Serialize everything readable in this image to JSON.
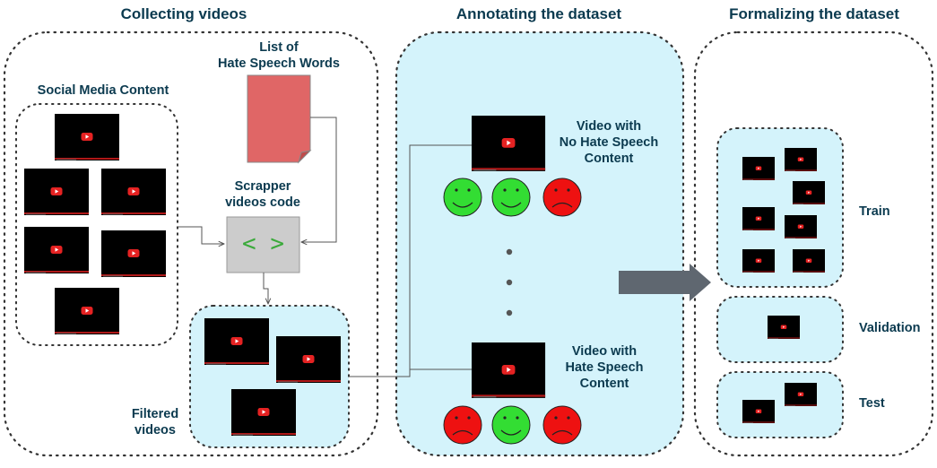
{
  "sections": {
    "collecting": "Collecting videos",
    "annotating": "Annotating the dataset",
    "formalizing": "Formalizing the dataset"
  },
  "labels": {
    "social_media": "Social Media Content",
    "word_list_line1": "List of",
    "word_list_line2": "Hate Speech Words",
    "scrapper_line1": "Scrapper",
    "scrapper_line2": "videos code",
    "code_symbol": "< >",
    "filtered_line1": "Filtered",
    "filtered_line2": "videos",
    "no_hate_line1": "Video with",
    "no_hate_line2": "No Hate Speech",
    "no_hate_line3": "Content",
    "hate_line1": "Video with",
    "hate_line2": "Hate Speech",
    "hate_line3": "Content",
    "train": "Train",
    "validation": "Validation",
    "test": "Test"
  },
  "colors": {
    "light_blue": "#d4f3fb",
    "document_red": "#e06666",
    "scrapper_gray": "#cccccc",
    "face_green": "#33dd33",
    "face_red": "#ee1111",
    "arrow_gray": "#5f6770",
    "text_navy": "#0b3a4f"
  },
  "icons": {
    "video": "youtube-video-thumbnail-icon",
    "document": "document-icon",
    "code": "code-brackets-icon",
    "happy_face": "happy-face-icon",
    "sad_face": "sad-face-icon",
    "big_arrow": "right-arrow-icon"
  }
}
